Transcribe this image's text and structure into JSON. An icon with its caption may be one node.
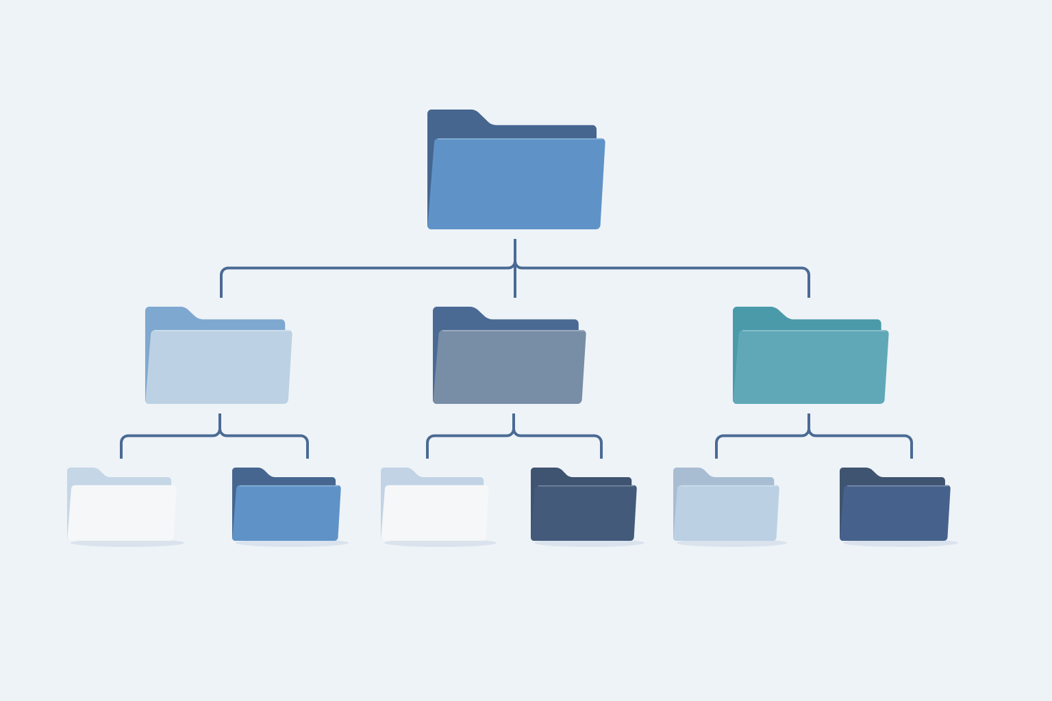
{
  "diagram": {
    "nodes": [
      {
        "text": [],
        "shape": "folder"
      },
      {
        "text": [],
        "shape": "folder"
      },
      {
        "text": [],
        "shape": "folder"
      },
      {
        "text": [],
        "shape": "folder"
      },
      {
        "text": [],
        "shape": "folder"
      },
      {
        "text": [],
        "shape": "folder"
      },
      {
        "text": [],
        "shape": "folder"
      },
      {
        "text": [],
        "shape": "folder"
      },
      {
        "text": [],
        "shape": "folder"
      },
      {
        "text": [],
        "shape": "folder"
      }
    ],
    "edges": [
      {
        "from": 0,
        "to": 1,
        "arrow": "none"
      },
      {
        "from": 0,
        "to": 2,
        "arrow": "none"
      },
      {
        "from": 0,
        "to": 3,
        "arrow": "none"
      },
      {
        "from": 1,
        "to": 4,
        "arrow": "none"
      },
      {
        "from": 1,
        "to": 5,
        "arrow": "none"
      },
      {
        "from": 2,
        "to": 6,
        "arrow": "none"
      },
      {
        "from": 2,
        "to": 7,
        "arrow": "none"
      },
      {
        "from": 3,
        "to": 8,
        "arrow": "none"
      },
      {
        "from": 3,
        "to": 9,
        "arrow": "none"
      }
    ]
  }
}
